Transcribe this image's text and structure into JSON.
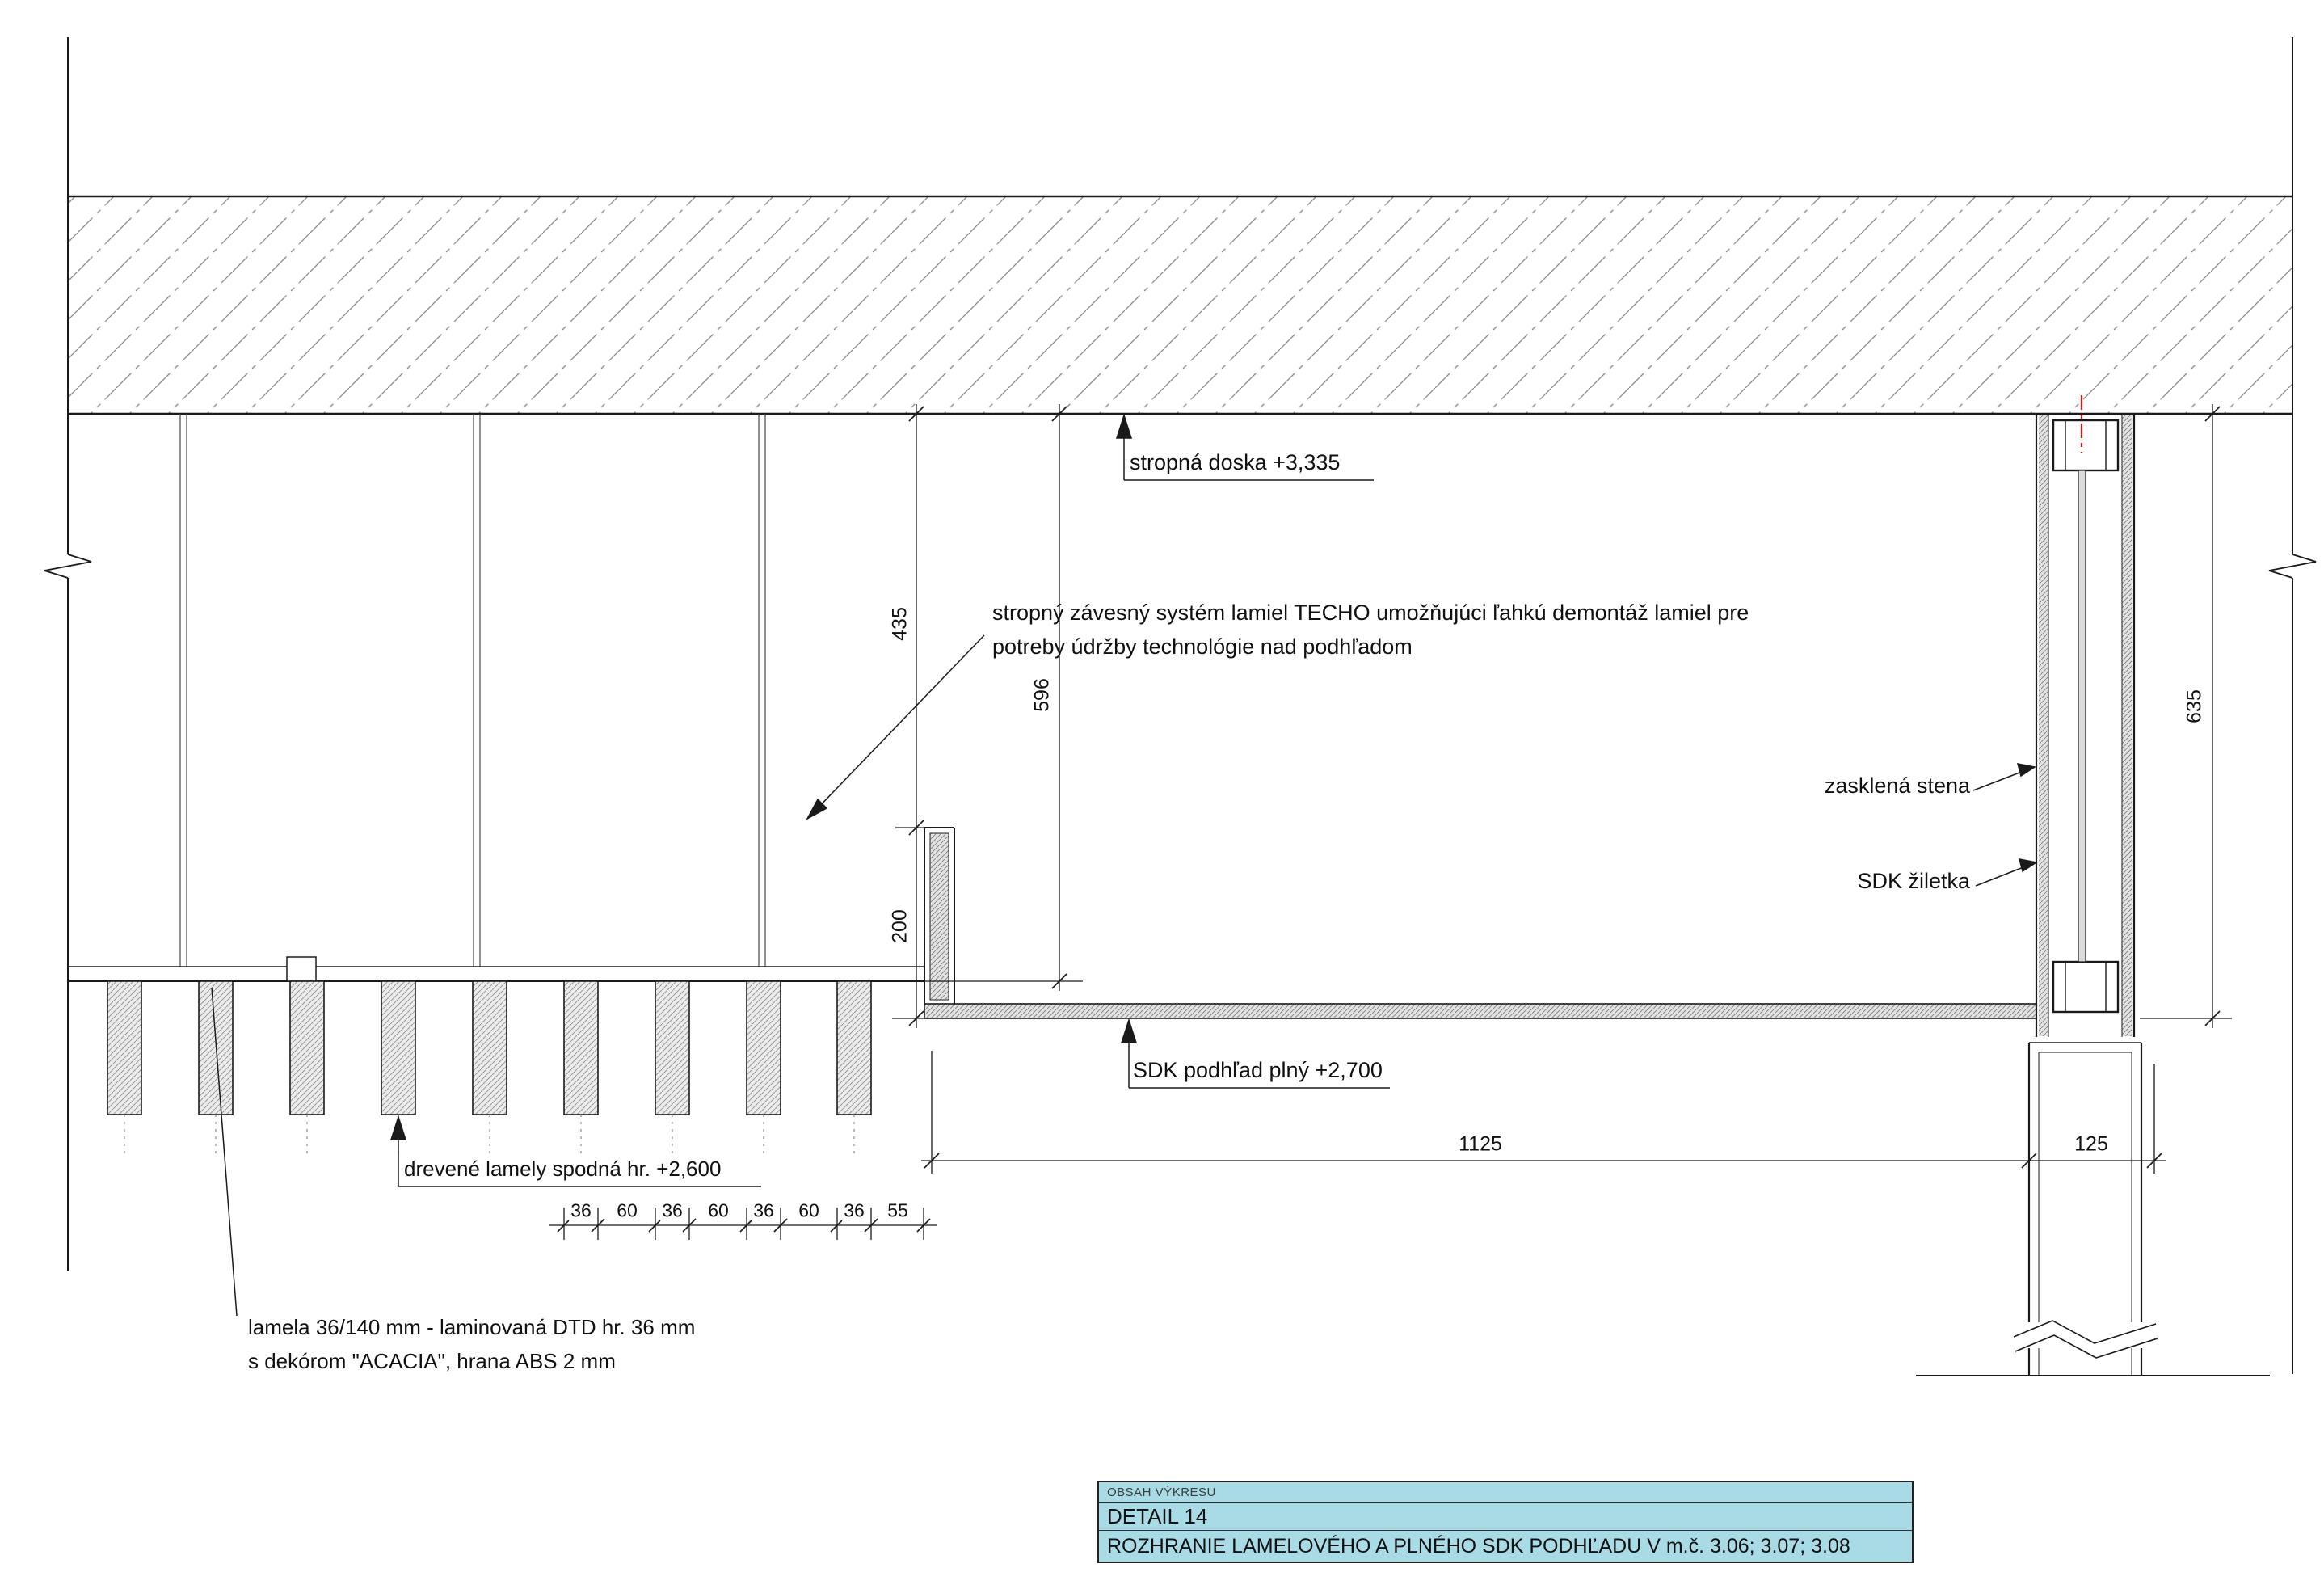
{
  "colors": {
    "title_block_bg": "#a9dbe7",
    "centerline_red": "#d01716",
    "line_color": "#1a1a1a"
  },
  "annotations": {
    "stropna_doska": "stropná doska +3,335",
    "techo_line1": "stropný závesný systém lamiel TECHO umožňujúci ľahkú demontáž lamiel pre",
    "techo_line2": "potreby údržby technológie nad podhľadom",
    "zasklena_stena": "zasklená stena",
    "sdk_ziletka": "SDK žiletka",
    "sdk_podhlad": "SDK podhľad plný +2,700",
    "drevene_lamely": "drevené lamely spodná hr. +2,600",
    "lamela_line1": "lamela 36/140 mm - laminovaná DTD hr. 36 mm",
    "lamela_line2": "s dekórom \"ACACIA\", hrana ABS 2 mm"
  },
  "dimensions": {
    "plenum_left": "435",
    "plenum_total_left": "596",
    "sdk_drop": "200",
    "plenum_right": "635",
    "ceiling_width": "1125",
    "wall_width": "125",
    "lamella_chain": [
      "36",
      "60",
      "36",
      "60",
      "36",
      "60",
      "36",
      "55"
    ]
  },
  "title_block": {
    "header": "OBSAH VÝKRESU",
    "title": "DETAIL 14",
    "subtitle": "ROZHRANIE LAMELOVÉHO A PLNÉHO SDK PODHĽADU V m.č. 3.06; 3.07; 3.08"
  }
}
